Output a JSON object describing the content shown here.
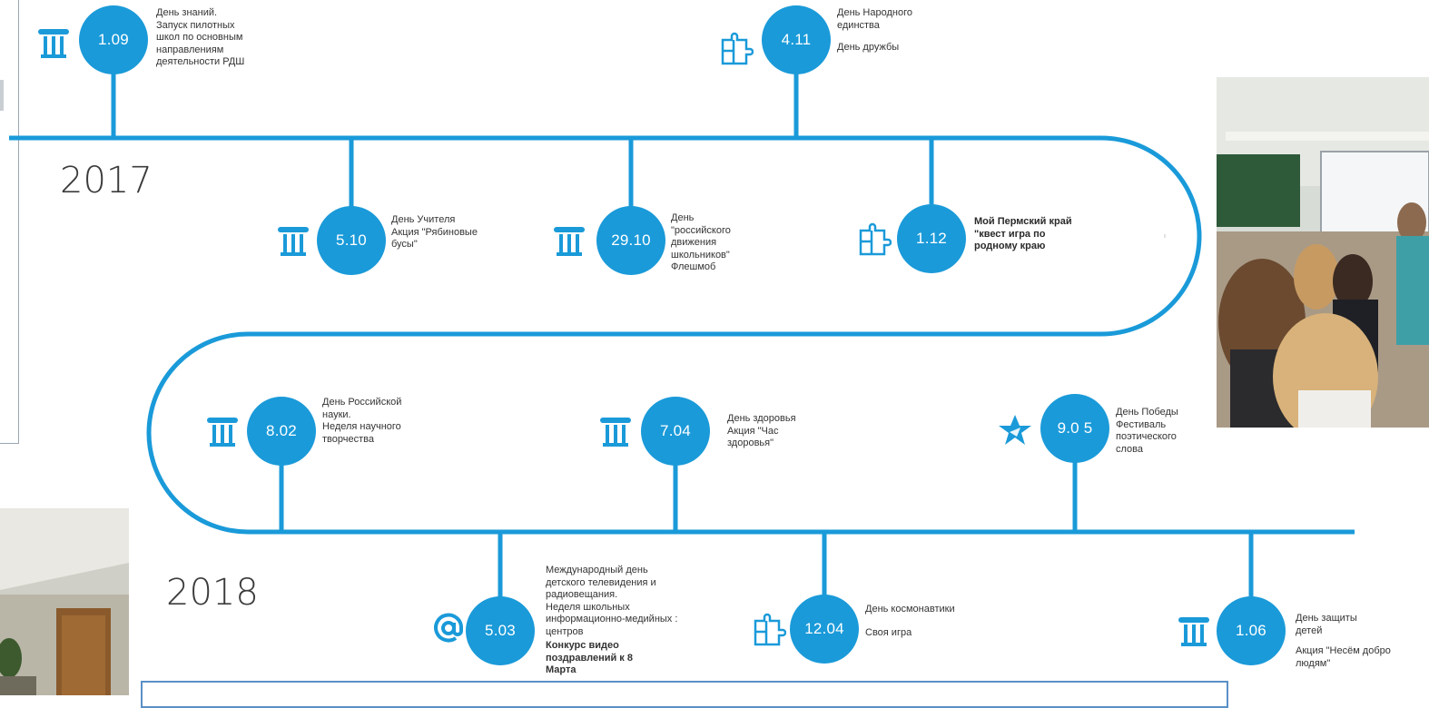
{
  "colors": {
    "accent": "#1a9ad9",
    "text": "#333333"
  },
  "years": [
    {
      "id": "y2017",
      "text": "2017"
    },
    {
      "id": "y2018",
      "text": "2018"
    }
  ],
  "events": [
    {
      "id": "e1",
      "date": "1.09",
      "icon": "column-icon",
      "lines": [
        "День знаний.",
        "Запуск пилотных",
        "школ по основным",
        "направлениям",
        "деятельности РДШ"
      ]
    },
    {
      "id": "e2",
      "date": "4.11",
      "icon": "puzzle-icon",
      "lines": [
        "День Народного",
        "единства"
      ],
      "extra": [
        "День дружбы"
      ]
    },
    {
      "id": "e3",
      "date": "5.10",
      "icon": "column-icon",
      "lines": [
        "День Учителя",
        "Акция \"Рябиновые",
        "бусы\""
      ]
    },
    {
      "id": "e4",
      "date": "29.10",
      "icon": "column-icon",
      "lines": [
        "День",
        "\"российского",
        "движения",
        "школьников\"",
        "Флешмоб"
      ]
    },
    {
      "id": "e5",
      "date": "1.12",
      "icon": "puzzle-icon",
      "lines": [
        "Мой Пермский край",
        "\"квест игра по",
        "родному краю"
      ],
      "bold": true
    },
    {
      "id": "e6",
      "date": "8.02",
      "icon": "column-icon",
      "lines": [
        "День Российской",
        "науки.",
        "Неделя научного",
        "творчества"
      ]
    },
    {
      "id": "e7",
      "date": "7.04",
      "icon": "column-icon",
      "lines": [
        "День здоровья",
        "Акция \"Час",
        "здоровья\""
      ]
    },
    {
      "id": "e8",
      "date": "9.0 5",
      "icon": "star-icon",
      "lines": [
        "День Победы",
        "Фестиваль",
        "поэтического",
        "слова"
      ]
    },
    {
      "id": "e9",
      "date": "5.03",
      "icon": "at-icon",
      "lines": [
        "Международный день",
        "детского телевидения и",
        "радиовещания.",
        "Неделя школьных",
        "информационно-медийных :",
        "центров"
      ],
      "extra": [
        "Конкурс видео",
        "поздравлений к 8",
        "Марта"
      ]
    },
    {
      "id": "e10",
      "date": "12.04",
      "icon": "puzzle-icon",
      "lines": [
        "День космонавтики"
      ],
      "extra": [
        "Своя игра"
      ]
    },
    {
      "id": "e11",
      "date": "1.06",
      "icon": "column-icon",
      "lines": [
        "День защиты",
        "детей"
      ],
      "extra": [
        "Акция \"Несём добро",
        "людям\""
      ]
    }
  ]
}
